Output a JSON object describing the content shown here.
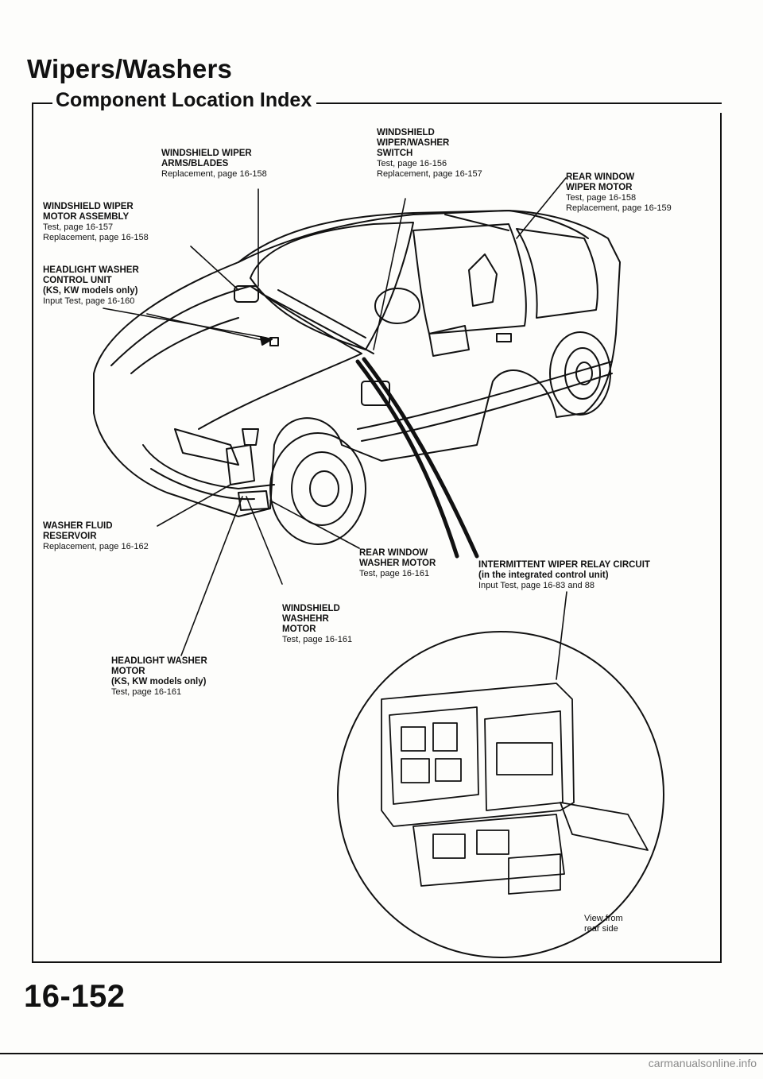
{
  "header": {
    "page_title": "Wipers/Washers",
    "section_title": "Component Location Index"
  },
  "callouts": {
    "wiper_arms": {
      "lines": [
        "WINDSHIELD WIPER",
        "ARMS/BLADES"
      ],
      "refs": [
        "Replacement, page 16-158"
      ]
    },
    "wiper_washer_switch": {
      "lines": [
        "WINDSHIELD",
        "WIPER/WASHER",
        "SWITCH"
      ],
      "refs": [
        "Test, page 16-156",
        "Replacement, page 16-157"
      ]
    },
    "rear_wiper_motor": {
      "lines": [
        "REAR WINDOW",
        "WIPER MOTOR"
      ],
      "refs": [
        "Test, page 16-158",
        "Replacement, page 16-159"
      ]
    },
    "wiper_motor_assembly": {
      "lines": [
        "WINDSHIELD WIPER",
        "MOTOR ASSEMBLY"
      ],
      "refs": [
        "Test, page 16-157",
        "Replacement, page 16-158"
      ]
    },
    "headlight_washer_control": {
      "lines": [
        "HEADLIGHT WASHER",
        "CONTROL UNIT",
        "(KS, KW models only)"
      ],
      "refs": [
        "Input Test, page 16-160"
      ]
    },
    "washer_fluid_reservoir": {
      "lines": [
        "WASHER FLUID",
        "RESERVOIR"
      ],
      "refs": [
        "Replacement, page 16-162"
      ]
    },
    "rear_washer_motor": {
      "lines": [
        "REAR WINDOW",
        "WASHER MOTOR"
      ],
      "refs": [
        "Test, page 16-161"
      ]
    },
    "intermittent_relay": {
      "lines": [
        "INTERMITTENT WIPER RELAY CIRCUIT",
        "(in the integrated control unit)"
      ],
      "refs": [
        "Input Test, page 16-83 and 88"
      ]
    },
    "windshield_washer_motor": {
      "lines": [
        "WINDSHIELD",
        "WASHEHR",
        "MOTOR"
      ],
      "refs": [
        "Test, page 16-161"
      ]
    },
    "headlight_washer_motor": {
      "lines": [
        "HEADLIGHT WASHER",
        "MOTOR",
        "(KS, KW models only)"
      ],
      "refs": [
        "Test, page 16-161"
      ]
    },
    "view_note": {
      "lines": [],
      "refs": [
        "View from",
        "rear side"
      ]
    }
  },
  "footer": {
    "page_number": "16-152",
    "url": "carmanualsonline.info"
  }
}
